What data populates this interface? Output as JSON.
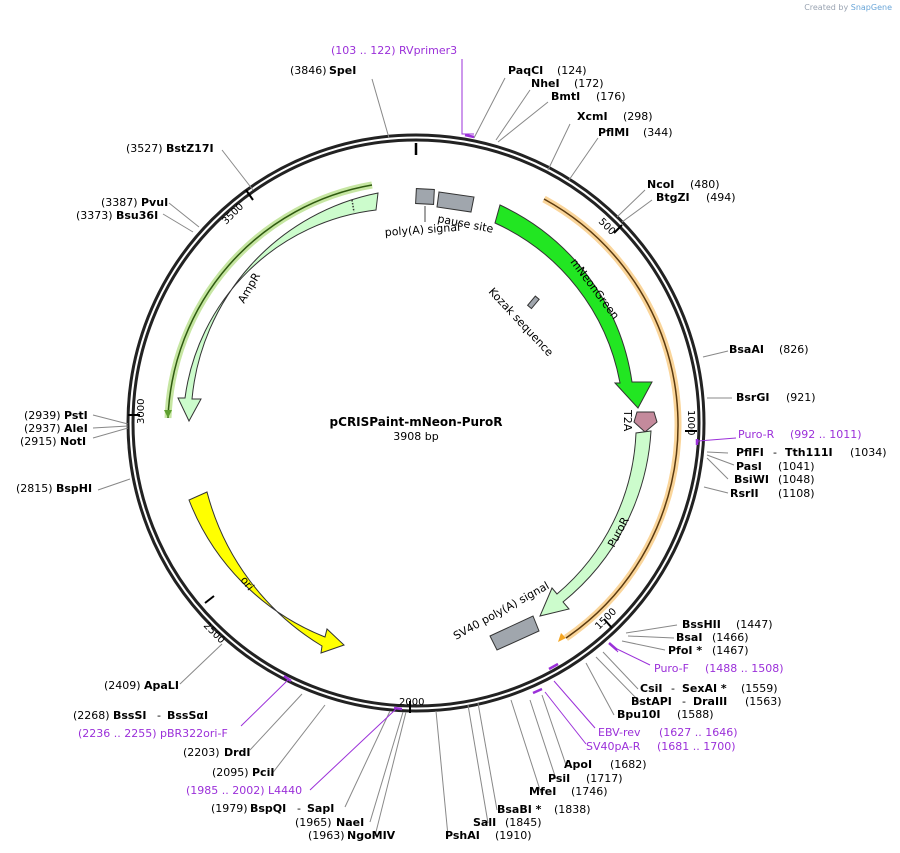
{
  "credit": {
    "prefix": "Created by",
    "brand": "SnapGene"
  },
  "plasmid": {
    "name": "pCRISPaint-mNeon-PuroR",
    "size": "3908 bp"
  },
  "ticks": [
    {
      "label": "500"
    },
    {
      "label": "1000"
    },
    {
      "label": "1500"
    },
    {
      "label": "2000"
    },
    {
      "label": "2500"
    },
    {
      "label": "3000"
    },
    {
      "label": "3500"
    }
  ],
  "features": {
    "ampr": "AmpR",
    "ori": "ori",
    "mneongreen": "mNeonGreen",
    "puror": "PuroR",
    "t2a": "T2A",
    "sv40pa": "SV40 poly(A) signal",
    "polya": "poly(A) signal",
    "pause": "pause site",
    "kozak": "Kozak sequence"
  },
  "colors": {
    "mneongreen": "#22e622",
    "puror": "#ccfccc",
    "ampr": "#ccfccc",
    "ori": "#ffff00",
    "t2a": "#c48a9c",
    "gray": "#a0a6ad",
    "primer": "#9b30d9",
    "orf_orange": "#f5a623",
    "orf_green": "#5fa030"
  },
  "sites": {
    "s01": {
      "pos": "(3846)",
      "name": "SpeI"
    },
    "s02": {
      "pos": "(103 .. 122)",
      "name": "RVprimer3"
    },
    "s03": {
      "name": "PaqCI",
      "pos": "(124)"
    },
    "s04": {
      "name": "NheI",
      "pos": "(172)"
    },
    "s05": {
      "name": "BmtI",
      "pos": "(176)"
    },
    "s06": {
      "name": "XcmI",
      "pos": "(298)"
    },
    "s07": {
      "name": "PflMI",
      "pos": "(344)"
    },
    "s08": {
      "name": "NcoI",
      "pos": "(480)"
    },
    "s09": {
      "name": "BtgZI",
      "pos": "(494)"
    },
    "s10": {
      "name": "BsaAI",
      "pos": "(826)"
    },
    "s11": {
      "name": "BsrGI",
      "pos": "(921)"
    },
    "s12": {
      "name": "Puro-R",
      "pos": "(992 .. 1011)"
    },
    "s13": {
      "name": "PflFI",
      "sep": "-",
      "name2": "Tth111I",
      "pos": "(1034)"
    },
    "s14": {
      "name": "PasI",
      "pos": "(1041)"
    },
    "s15": {
      "name": "BsiWI",
      "pos": "(1048)"
    },
    "s16": {
      "name": "RsrII",
      "pos": "(1108)"
    },
    "s17": {
      "name": "BssHII",
      "pos": "(1447)"
    },
    "s18": {
      "name": "BsaI",
      "pos": "(1466)"
    },
    "s19": {
      "name": "PfoI *",
      "pos": "(1467)"
    },
    "s20": {
      "name": "Puro-F",
      "pos": "(1488 .. 1508)"
    },
    "s21": {
      "name": "CsiI",
      "sep": "-",
      "name2": "SexAI *",
      "pos": "(1559)"
    },
    "s22": {
      "name": "BstAPI",
      "sep": "-",
      "name2": "DraIII",
      "pos": "(1563)"
    },
    "s23": {
      "name": "Bpu10I",
      "pos": "(1588)"
    },
    "s24": {
      "name": "EBV-rev",
      "pos": "(1627 .. 1646)"
    },
    "s25": {
      "name": "SV40pA-R",
      "pos": "(1681 .. 1700)"
    },
    "s26": {
      "name": "ApoI",
      "pos": "(1682)"
    },
    "s27": {
      "name": "PsiI",
      "pos": "(1717)"
    },
    "s28": {
      "name": "MfeI",
      "pos": "(1746)"
    },
    "s29": {
      "name": "BsaBI *",
      "pos": "(1838)"
    },
    "s30": {
      "name": "SalI",
      "pos": "(1845)"
    },
    "s31": {
      "name": "PshAI",
      "pos": "(1910)"
    },
    "s32": {
      "pos": "(1979)",
      "name": "BspQI",
      "sep": "-",
      "name2": "SapI"
    },
    "s33": {
      "pos": "(1965)",
      "name": "NaeI"
    },
    "s34": {
      "pos": "(1963)",
      "name": "NgoMIV"
    },
    "s35": {
      "pos": "(1985 .. 2002)",
      "name": "L4440"
    },
    "s36": {
      "pos": "(2095)",
      "name": "PciI"
    },
    "s37": {
      "pos": "(2203)",
      "name": "DrdI"
    },
    "s38": {
      "pos": "(2236 .. 2255)",
      "name": "pBR322ori-F"
    },
    "s39": {
      "pos": "(2268)",
      "name": "BssSI",
      "sep": "-",
      "name2": "BssSαI"
    },
    "s40": {
      "pos": "(2409)",
      "name": "ApaLI"
    },
    "s41": {
      "pos": "(2815)",
      "name": "BspHI"
    },
    "s42": {
      "pos": "(2915)",
      "name": "NotI"
    },
    "s43": {
      "pos": "(2937)",
      "name": "AleI"
    },
    "s44": {
      "pos": "(2939)",
      "name": "PstI"
    },
    "s45": {
      "pos": "(3373)",
      "name": "Bsu36I"
    },
    "s46": {
      "pos": "(3387)",
      "name": "PvuI"
    },
    "s47": {
      "pos": "(3527)",
      "name": "BstZ17I"
    }
  }
}
